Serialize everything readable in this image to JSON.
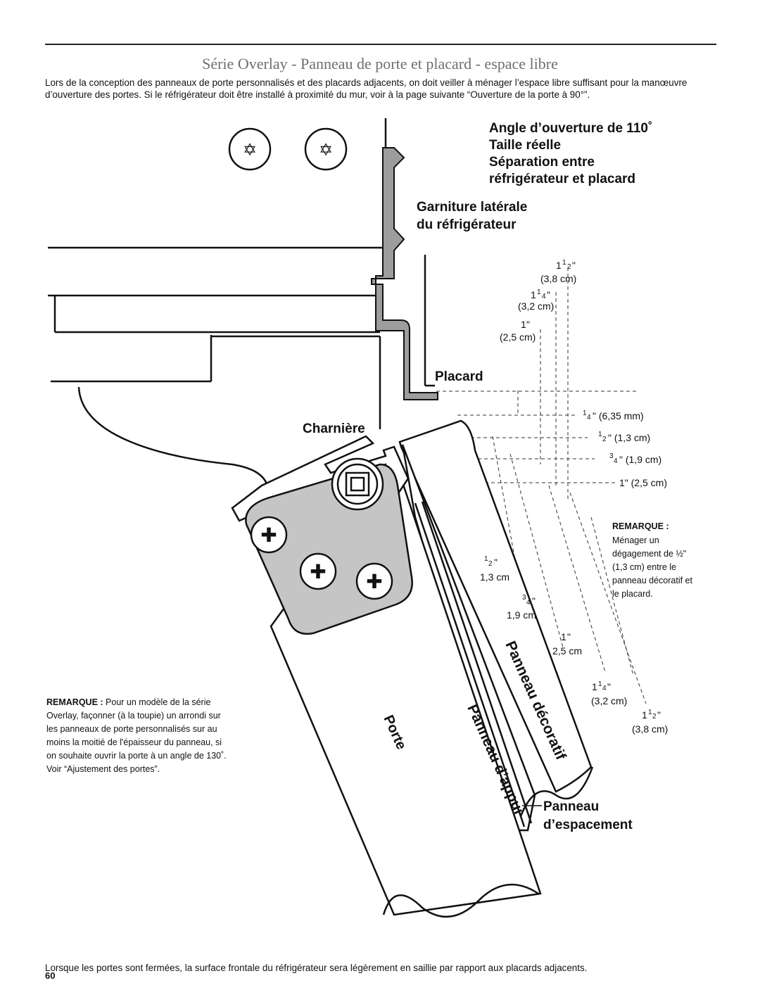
{
  "header": {
    "title": "Série Overlay - Panneau de porte et placard - espace libre",
    "intro": "Lors de la conception des panneaux de porte personnalisés et des placards adjacents, on doit veiller à ménager l’espace libre suffisant pour la manœuvre d’ouverture des portes. Si le réfrigérateur doit être installé à proximité du mur, voir à la page suivante “Ouverture de la porte à 90°”."
  },
  "labels": {
    "angle_heading": [
      "Angle d’ouverture de 110˚",
      "Taille réelle",
      "Séparation entre",
      "réfrigérateur et placard"
    ],
    "side_trim": [
      "Garniture latérale",
      "du réfrigérateur"
    ],
    "cabinet": "Placard",
    "hinge": "Charnière",
    "door": "Porte",
    "decorative_panel": "Panneau décoratif",
    "backing_panel": "Panneau d’appui",
    "spacer_panel": [
      "Panneau",
      "d’espacement"
    ]
  },
  "dimensions_top": [
    {
      "whole": "1",
      "num": "1",
      "den": "2",
      "unit": "\"",
      "metric": "(3,8 cm)"
    },
    {
      "whole": "1",
      "num": "1",
      "den": "4",
      "unit": "\"",
      "metric": "(3,2 cm)"
    },
    {
      "whole": "1",
      "num": "",
      "den": "",
      "unit": "\"",
      "metric": "(2,5 cm)"
    }
  ],
  "dimensions_right": [
    {
      "num": "1",
      "den": "4",
      "text": "\" (6,35 mm)"
    },
    {
      "num": "1",
      "den": "2",
      "text": "\" (1,3 cm)"
    },
    {
      "num": "3",
      "den": "4",
      "text": "\" (1,9 cm)"
    },
    {
      "num": "",
      "den": "",
      "text": "1\" (2,5 cm)"
    }
  ],
  "dimensions_bottom": [
    {
      "whole": "",
      "num": "1",
      "den": "2",
      "unit": "\"",
      "metric": "1,3 cm"
    },
    {
      "whole": "",
      "num": "3",
      "den": "4",
      "unit": "\"",
      "metric": "1,9 cm"
    },
    {
      "whole": "1",
      "num": "",
      "den": "",
      "unit": "\"",
      "metric": "2,5 cm"
    },
    {
      "whole": "1",
      "num": "1",
      "den": "4",
      "unit": "\"",
      "metric": "(3,2 cm)"
    },
    {
      "whole": "1",
      "num": "1",
      "den": "2",
      "unit": "\"",
      "metric": "(3,8 cm)"
    }
  ],
  "note_right": {
    "heading": "REMARQUE :",
    "lines": [
      "Ménager un",
      "dégagement de ½\"",
      "(1,3 cm) entre le",
      "panneau décoratif et",
      "le placard."
    ]
  },
  "note_left": {
    "heading": "REMARQUE :",
    "lines": [
      " Pour un modèle de la série",
      "Overlay, façonner (à la toupie) un arrondi sur",
      "les panneaux de porte personnalisés sur au",
      "moins la moitié de l'épaisseur du panneau, si",
      "on souhaite ouvrir la porte à un angle de 130˚.",
      "Voir “Ajustement des portes”."
    ]
  },
  "footer": {
    "text": "Lorsque les portes sont fermées, la surface frontale du réfrigérateur sera légèrement en saillie par rapport aux placards adjacents.",
    "page_number": "60"
  }
}
